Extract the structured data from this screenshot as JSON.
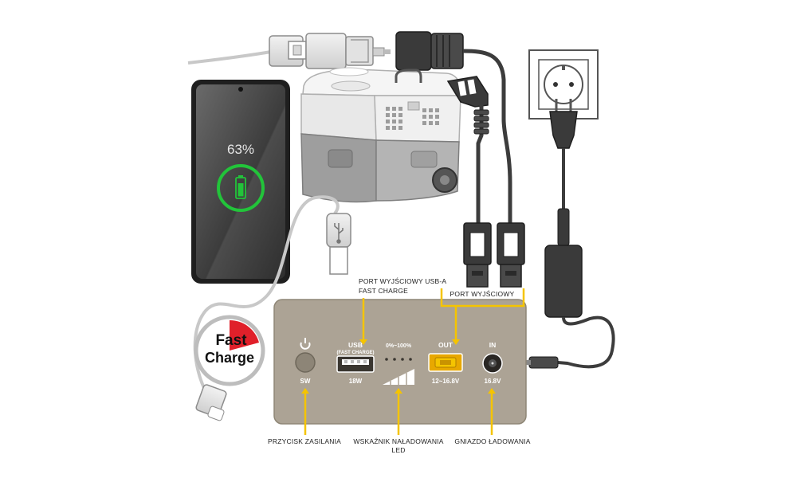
{
  "phone": {
    "battery_percent": "63%"
  },
  "badge": {
    "line1": "Fast",
    "line2": "Charge"
  },
  "panel": {
    "power": {
      "label": "SW"
    },
    "usb": {
      "title": "USB",
      "subtitle": "(FAST CHARGE)",
      "rating": "18W"
    },
    "led": {
      "range": "0%~100%",
      "count": 4
    },
    "out": {
      "title": "OUT",
      "rating": "12~16.8V"
    },
    "in": {
      "title": "IN",
      "rating": "16.8V"
    }
  },
  "callouts": {
    "usb_port": {
      "line1": "PORT WYJŚCIOWY USB-A",
      "line2": "FAST CHARGE"
    },
    "output_port": "PORT WYJŚCIOWY",
    "power_button": "PRZYCISK ZASILANIA",
    "led_indicator": {
      "line1": "WSKAŹNIK NAŁADOWANIA",
      "line2": "LED"
    },
    "charging_socket": "GNIAZDO ŁADOWANIA"
  },
  "colors": {
    "panel": "#aca395",
    "callout": "#f5c400",
    "charge_ring": "#22c43a",
    "badge_red": "#e0202a",
    "cable": "#3c3c3c",
    "light_cable": "#c8c8c8"
  },
  "icons": [
    "power-icon",
    "usb-icon",
    "battery-icon",
    "wall-socket-icon"
  ]
}
